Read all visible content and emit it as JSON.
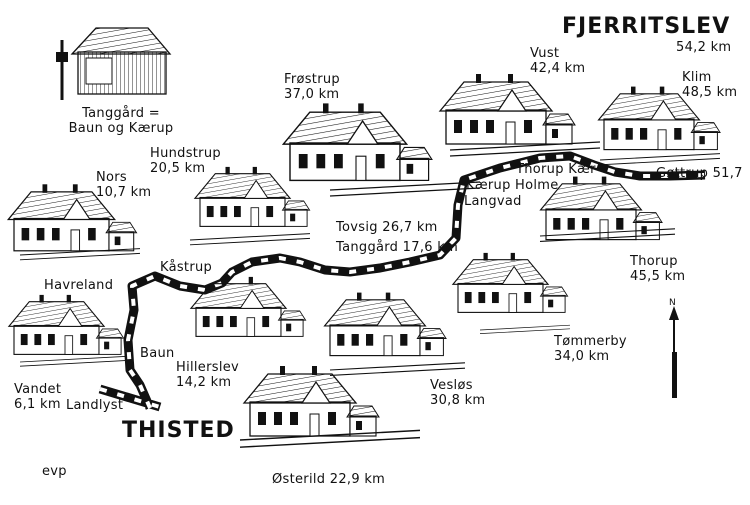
{
  "map": {
    "terminus_east": "FJERRITSLEV",
    "terminus_west": "THISTED",
    "north_symbol": "N",
    "signature": "evp",
    "legend_caption_line1": "Tanggård =",
    "legend_caption_line2": "Baun og Kærup"
  },
  "stations": [
    {
      "id": "fjerritslev_km",
      "name": "",
      "km": "54,2 km"
    },
    {
      "id": "vust",
      "name": "Vust",
      "km": "42,4 km"
    },
    {
      "id": "klim",
      "name": "Klim",
      "km": "48,5 km"
    },
    {
      "id": "frostrup",
      "name": "Frøstrup",
      "km": "37,0 km"
    },
    {
      "id": "hundstrup",
      "name": "Hundstrup",
      "km": "20,5 km"
    },
    {
      "id": "nors",
      "name": "Nors",
      "km": "10,7 km"
    },
    {
      "id": "thorup_kaer",
      "name": "Thorup Kær",
      "km": ""
    },
    {
      "id": "kaerup_holme",
      "name": "Kærup Holme",
      "km": ""
    },
    {
      "id": "langvad",
      "name": "Langvad",
      "km": ""
    },
    {
      "id": "gottrup",
      "name": "Gøttrup",
      "km": "51,7"
    },
    {
      "id": "tovsig",
      "name": "Tovsig",
      "km": "26,7 km"
    },
    {
      "id": "tanggaard",
      "name": "Tanggård",
      "km": "17,6 km"
    },
    {
      "id": "thorup",
      "name": "Thorup",
      "km": "45,5 km"
    },
    {
      "id": "kaastrup",
      "name": "Kåstrup",
      "km": ""
    },
    {
      "id": "havreland",
      "name": "Havreland",
      "km": ""
    },
    {
      "id": "tommerby",
      "name": "Tømmerby",
      "km": "34,0 km"
    },
    {
      "id": "baun",
      "name": "Baun",
      "km": ""
    },
    {
      "id": "hillerslev",
      "name": "Hillerslev",
      "km": "14,2 km"
    },
    {
      "id": "vandet",
      "name": "Vandet",
      "km": "6,1 km"
    },
    {
      "id": "landlyst",
      "name": "Landlyst",
      "km": ""
    },
    {
      "id": "veslos",
      "name": "Vesløs",
      "km": "30,8 km"
    },
    {
      "id": "osterild",
      "name": "Østerild",
      "km": "22,9 km"
    }
  ],
  "colors": {
    "ink": "#111111",
    "paper": "#ffffff"
  }
}
